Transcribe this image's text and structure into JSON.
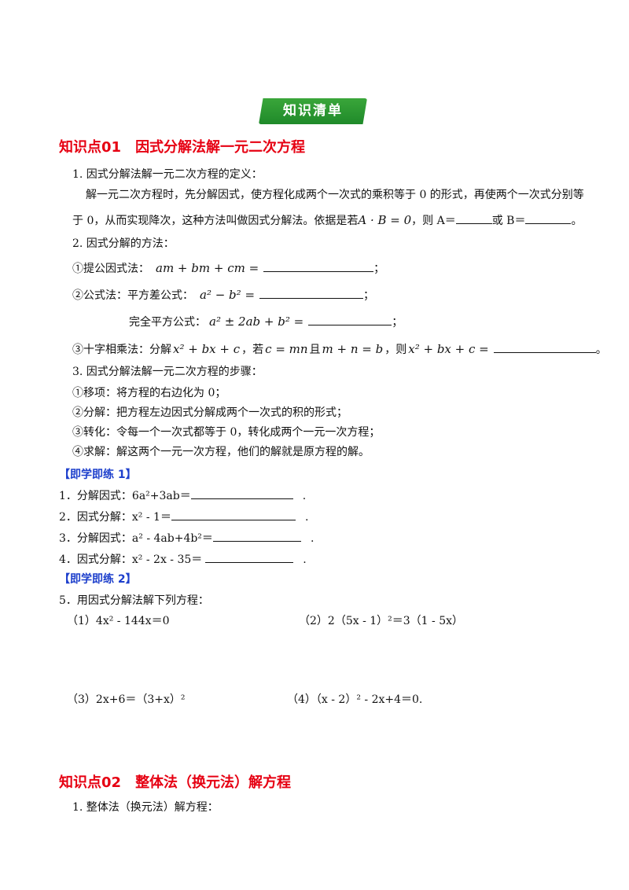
{
  "badge": {
    "label": "知识清单"
  },
  "section1": {
    "title_num": "知识点01",
    "title_text": "因式分解法解一元二次方程",
    "p1_label": "1. 因式分解法解一元二次方程的定义：",
    "p1_line1": "解一元二次方程时，先分解因式，使方程化成两个一次式的乘积等于 0 的形式，再使两个一次式分别等",
    "p1_line2_a": "于 0，从而实现降次，这种方法叫做因式分解法。依据是若",
    "p1_line2_math": "A · B = 0",
    "p1_line2_b": "，则 A＝",
    "p1_line2_c": "或 B＝",
    "p1_line2_d": "。",
    "p2_label": "2. 因式分解的方法：",
    "m1_label": "①提公因式法：",
    "m1_math": "am + bm + cm =",
    "m1_end": "；",
    "m2_label": "②公式法：平方差公式：",
    "m2_math": "a² − b² =",
    "m2_end": "；",
    "m3_label": "完全平方公式：",
    "m3_math": "a² ± 2ab + b² =",
    "m3_end": "；",
    "m4_label": "③十字相乘法：分解",
    "m4_math1": "x² + bx + c",
    "m4_mid1": "，若",
    "m4_math2": "c = mn",
    "m4_mid2": "且",
    "m4_math3": "m + n = b",
    "m4_mid3": "，则",
    "m4_math4": "x² + bx + c =",
    "m4_end": "。",
    "p3_label": "3. 因式分解法解一元二次方程的步骤：",
    "s1": "①移项：将方程的右边化为 0；",
    "s2": "②分解：把方程左边因式分解成两个一次式的积的形式；",
    "s3": "③转化：令每一个一次式都等于 0，转化成两个一元一次方程；",
    "s4": "④求解：解这两个一元一次方程，他们的解就是原方程的解。"
  },
  "drill1": {
    "title": "【即学即练 1】",
    "q1": "1．分解因式：6a²+3ab＝",
    "q2": "2．因式分解：x² - 1＝",
    "q3": "3．分解因式：a² - 4ab+4b²＝",
    "q4": "4．因式分解：x² - 2x - 35＝",
    "end": "."
  },
  "drill2": {
    "title": "【即学即练 2】",
    "q5": "5．用因式分解法解下列方程：",
    "e1": "（1）4x² - 144x＝0",
    "e2": "（2）2（5x - 1）²＝3（1 - 5x）",
    "e3": "（3）2x+6＝（3+x）²",
    "e4": "（4）（x - 2）² - 2x+4＝0."
  },
  "section2": {
    "title_num": "知识点02",
    "title_text": "整体法（换元法）解方程",
    "p1_label": "1. 整体法（换元法）解方程："
  }
}
